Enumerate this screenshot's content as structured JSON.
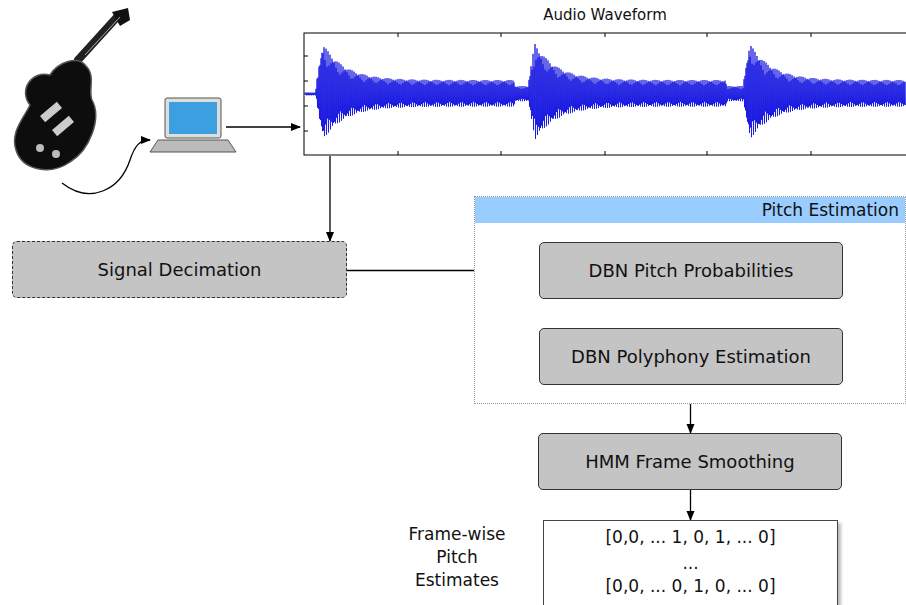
{
  "diagram": {
    "nodes": [
      {
        "text": [
          "Audio Waveform"
        ]
      },
      {
        "text": [
          "Signal Decimation"
        ]
      },
      {
        "text": [
          "Pitch Estimation"
        ]
      },
      {
        "text": [
          "DBN Pitch Probabilities"
        ],
        "in": 2
      },
      {
        "text": [
          "DBN Polyphony Estimation"
        ],
        "in": 2
      },
      {
        "text": [
          "HMM Frame Smoothing"
        ]
      },
      {
        "text": [
          "Frame-wise Pitch Estimates",
          "[0,0, ... 1, 0, 1, ... 0]",
          "...",
          "[0,0, ... 0, 1, 0, ... 0]"
        ]
      }
    ],
    "edges": [
      {
        "from": 0,
        "to": 1,
        "arrow": "to"
      },
      {
        "from": 1,
        "to": 3,
        "arrow": "to"
      },
      {
        "from": 3,
        "to": 4,
        "arrow": "to"
      },
      {
        "from": 4,
        "to": 5,
        "arrow": "to"
      },
      {
        "from": 5,
        "to": 6,
        "arrow": "to"
      }
    ]
  }
}
